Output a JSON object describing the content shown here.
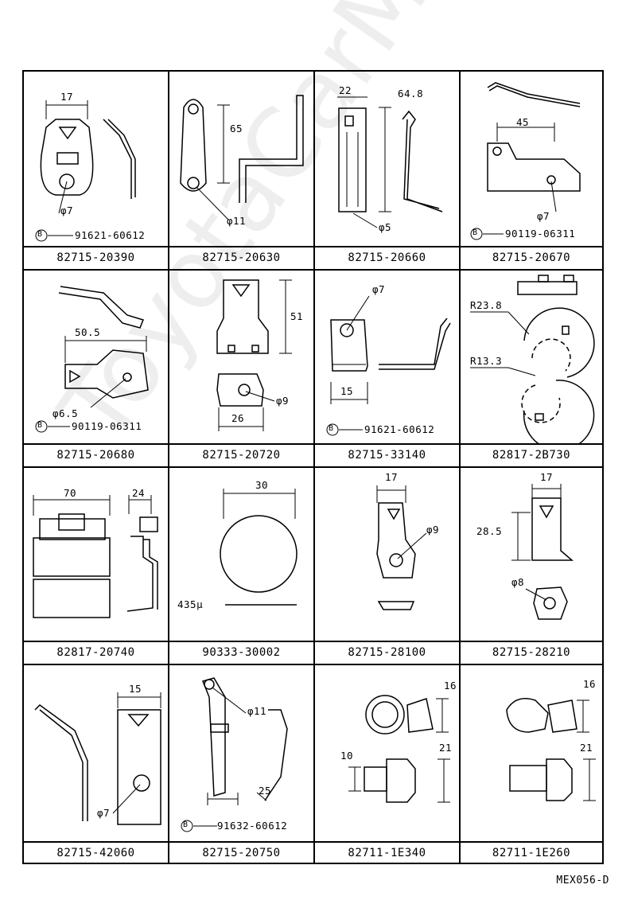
{
  "watermark": "ToyotaCarMine.ru",
  "drawing_code": "MEX056-D",
  "cells": [
    {
      "part": "82715-20390",
      "dims": [
        "17",
        "φ7"
      ],
      "ref": "91621-60612"
    },
    {
      "part": "82715-20630",
      "dims": [
        "65",
        "φ11"
      ]
    },
    {
      "part": "82715-20660",
      "dims": [
        "22",
        "64.8",
        "φ5"
      ]
    },
    {
      "part": "82715-20670",
      "dims": [
        "45",
        "φ7"
      ],
      "ref": "90119-06311"
    },
    {
      "part": "82715-20680",
      "dims": [
        "50.5",
        "φ6.5"
      ],
      "ref": "90119-06311"
    },
    {
      "part": "82715-20720",
      "dims": [
        "51",
        "φ9",
        "26"
      ]
    },
    {
      "part": "82715-33140",
      "dims": [
        "φ7",
        "15"
      ],
      "ref": "91621-60612"
    },
    {
      "part": "82817-2B730",
      "dims": [
        "R23.8",
        "R13.3"
      ]
    },
    {
      "part": "82817-20740",
      "dims": [
        "70",
        "24"
      ]
    },
    {
      "part": "90333-30002",
      "dims": [
        "30",
        "435μ"
      ]
    },
    {
      "part": "82715-28100",
      "dims": [
        "17",
        "φ9"
      ]
    },
    {
      "part": "82715-28210",
      "dims": [
        "17",
        "28.5",
        "φ8"
      ]
    },
    {
      "part": "82715-42060",
      "dims": [
        "15",
        "φ7"
      ]
    },
    {
      "part": "82715-20750",
      "dims": [
        "φ11",
        "25"
      ],
      "ref": "91632-60612"
    },
    {
      "part": "82711-1E340",
      "dims": [
        "16",
        "10",
        "21"
      ]
    },
    {
      "part": "82711-1E260",
      "dims": [
        "16",
        "21"
      ]
    }
  ],
  "ref_marker": "B"
}
